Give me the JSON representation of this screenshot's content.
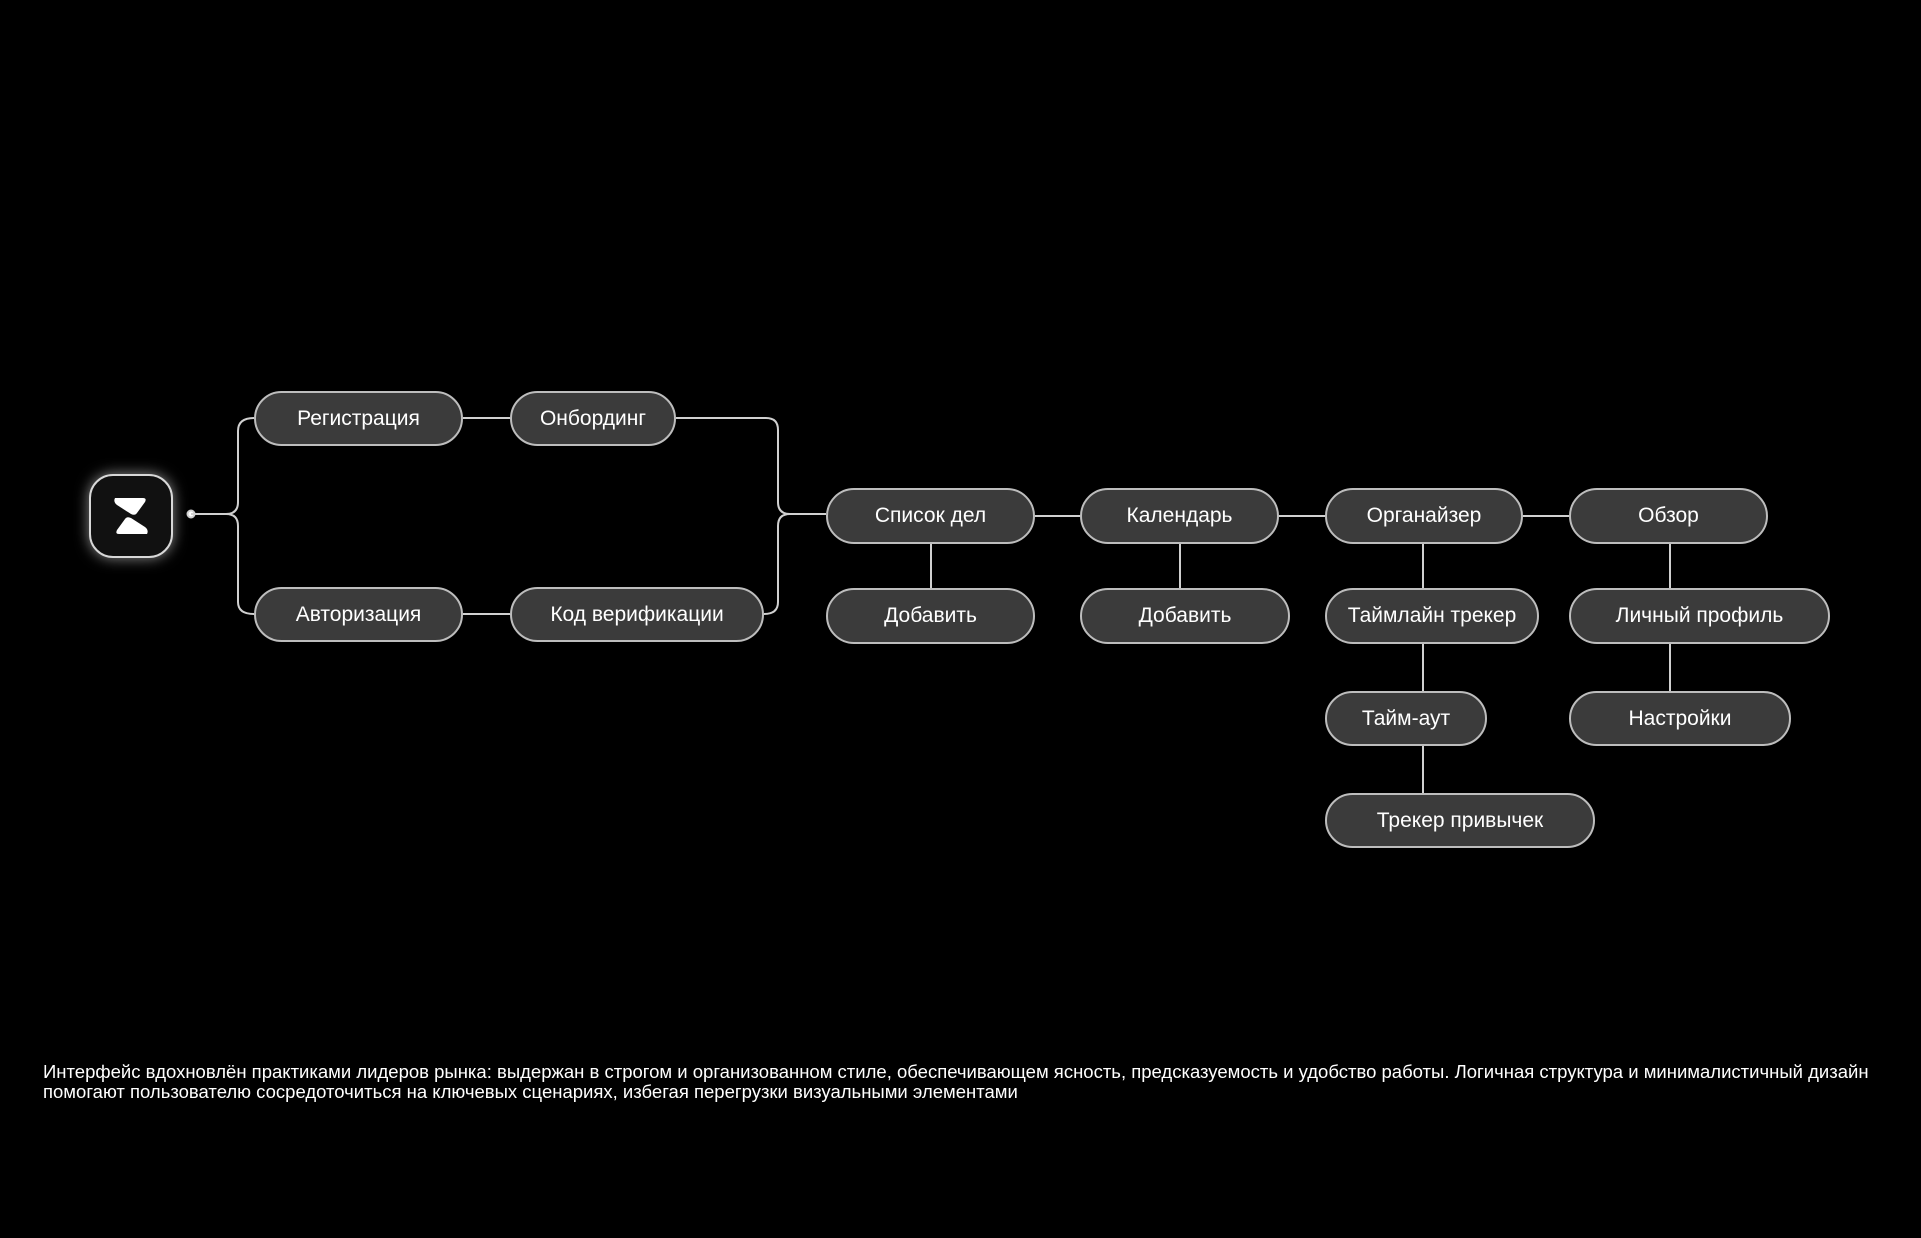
{
  "logo": {
    "icon": "hourglass-z-logo"
  },
  "nodes": {
    "registration": "Регистрация",
    "onboarding": "Онбординг",
    "authorization": "Авторизация",
    "verification_code": "Код верификации",
    "todo_list": "Список дел",
    "todo_add": "Добавить",
    "calendar": "Календарь",
    "calendar_add": "Добавить",
    "organizer": "Органайзер",
    "timeline_tracker": "Таймлайн трекер",
    "timeout": "Тайм-аут",
    "habit_tracker": "Трекер привычек",
    "overview": "Обзор",
    "profile": "Личный профиль",
    "settings": "Настройки"
  },
  "caption": "Интерфейс вдохновлён практиками лидеров рынка: выдержан в строгом и организованном стиле, обеспечивающем ясность, предсказуемость и удобство работы. Логичная структура и минималистичный дизайн помогают пользователю сосредоточиться на ключевых сценариях, избегая перегрузки визуальными элементами",
  "colors": {
    "background": "#000000",
    "node_fill": "#3b3b3b",
    "node_border": "#bdbdbd",
    "line": "#d0d0d0"
  }
}
